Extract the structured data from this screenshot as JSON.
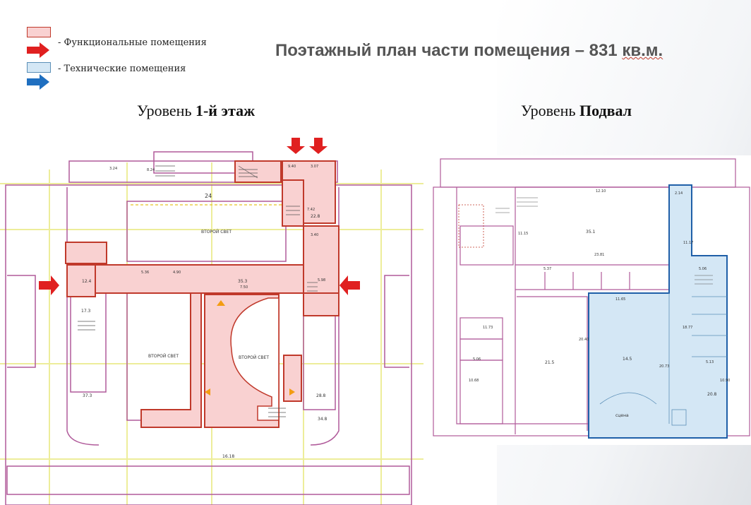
{
  "legend": {
    "functional_label": "-   Функциональные помещения",
    "technical_label": "-   Технические помещения"
  },
  "title": {
    "main": "Поэтажный план части помещения – 831 ",
    "unit": "кв.м."
  },
  "levels": {
    "first_floor_prefix": "Уровень ",
    "first_floor_bold": "1-й этаж",
    "basement_prefix": "Уровень ",
    "basement_bold": "Подвал"
  },
  "first_floor_plan": {
    "room_labels": {
      "second_light_top": "ВТОРОЙ СВЕТ",
      "second_light_left": "ВТОРОЙ СВЕТ",
      "second_light_center": "ВТОРОЙ СВЕТ",
      "number_24": "24",
      "dim_bottom": "16.18",
      "dim_a": "5.36",
      "dim_b": "4.90",
      "dim_c": "7.50",
      "dim_d": "5.98",
      "dim_e": "7.42",
      "dim_f": "3.40",
      "dim_g": "3.24",
      "dim_h": "8.24",
      "dim_i": "9.40",
      "dim_j": "3.07",
      "area_k": "35.3",
      "area_l": "28.8",
      "area_m": "37.3",
      "area_n": "34.8",
      "area_o": "22.8",
      "area_p": "17.3",
      "area_q": "12.4"
    }
  },
  "basement_plan": {
    "room_labels": {
      "stage": "сцена",
      "dim_1210": "12.10",
      "dim_2381": "23.81",
      "dim_1165": "11.65",
      "dim_1877": "18.77",
      "dim_2073": "20.73",
      "dim_1090": "10.90",
      "dim_2040": "20.40",
      "dim_1173": "11.73",
      "dim_1115": "11.15",
      "dim_214": "2.14",
      "dim_1117": "11.17",
      "dim_506": "5.06",
      "dim_513": "5.13",
      "dim_537": "5.37",
      "dim_1068": "10.68",
      "dim_506b": "5.06",
      "area_a": "35.1",
      "area_b": "14.5",
      "area_c": "21.5",
      "area_d": "20.8"
    }
  },
  "colors": {
    "functional_fill": "#f9d1d1",
    "functional_stroke": "#c0392b",
    "technical_fill": "#d4e7f5",
    "technical_stroke": "#1f5fa8",
    "arrow_red": "#e02020",
    "arrow_blue": "#1f6fc0",
    "wall": "#b05a9a",
    "grid": "#e8e86a"
  },
  "icons": [
    "arrow-red-icon",
    "arrow-blue-icon"
  ]
}
